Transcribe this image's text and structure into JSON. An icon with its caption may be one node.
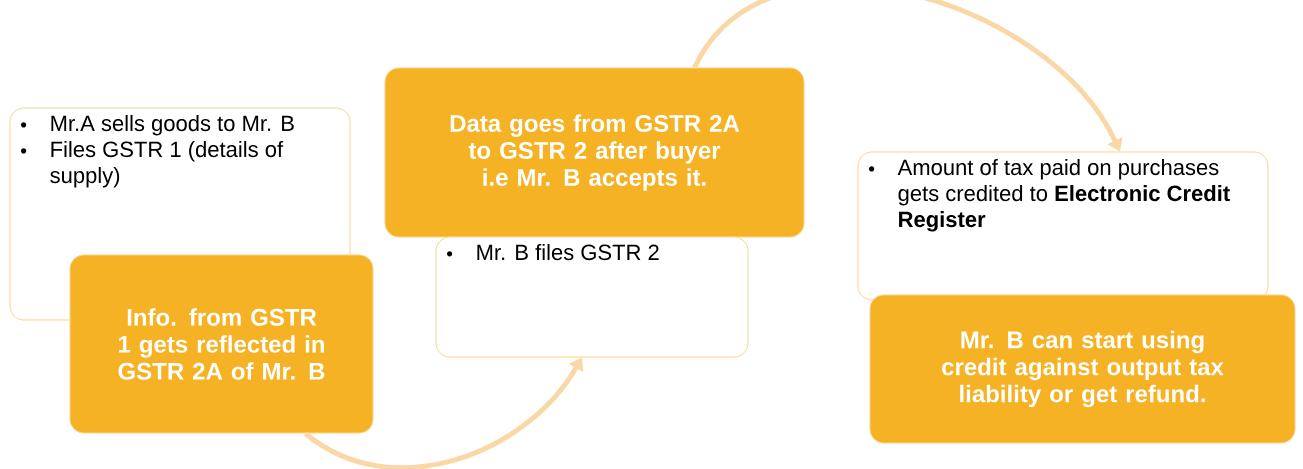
{
  "diagram": {
    "nodes": [
      {
        "text": [
          "Mr.A sells goods to Mr. B",
          "Files GSTR 1 (details of supply)"
        ]
      },
      {
        "text": [
          "Info. from GSTR 1 gets reflected in GSTR 2A of Mr. B"
        ]
      },
      {
        "text": [
          "Data goes from GSTR 2A to GSTR 2 after buyer i.e Mr. B accepts it."
        ]
      },
      {
        "text": [
          "Mr. B files GSTR 2"
        ]
      },
      {
        "text": [
          "Amount of tax paid on purchases gets credited to **Electronic Credit Register**"
        ]
      },
      {
        "text": [
          "Mr. B can start using credit against output tax liability or get refund."
        ]
      }
    ],
    "edges": [
      {
        "from": 1,
        "to": 3,
        "arrow": "to"
      },
      {
        "from": 2,
        "to": 4,
        "arrow": "to"
      }
    ]
  }
}
